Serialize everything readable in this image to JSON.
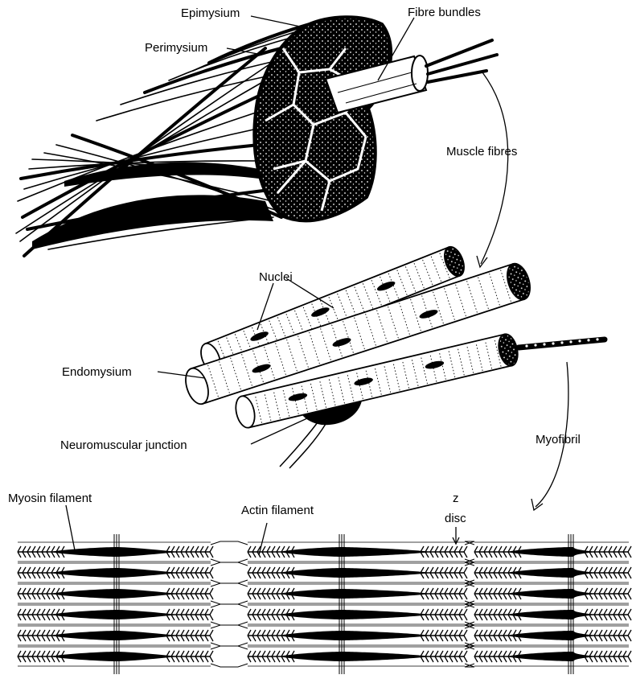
{
  "labels": {
    "epimysium": "Epimysium",
    "perimysium": "Perimysium",
    "fibre_bundles": "Fibre bundles",
    "muscle_fibres": "Muscle fibres",
    "nuclei": "Nuclei",
    "endomysium": "Endomysium",
    "neuromuscular_junction": "Neuromuscular junction",
    "myofibril": "Myofibril",
    "myosin_filament": "Myosin filament",
    "actin_filament": "Actin filament",
    "z_disc_line1": "z",
    "z_disc_line2": "disc"
  },
  "colors": {
    "ink": "#000000",
    "paper": "#ffffff"
  },
  "sarcomere_rows": 6
}
